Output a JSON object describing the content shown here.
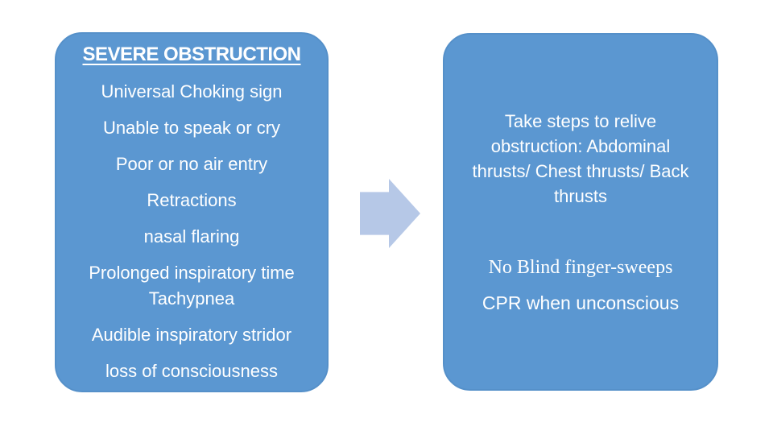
{
  "colors": {
    "background": "#ffffff",
    "box_fill": "#5b97d1",
    "box_border": "#5590c9",
    "arrow_fill": "#b6c8e7",
    "text": "#ffffff"
  },
  "left_box": {
    "title": "SEVERE OBSTRUCTION",
    "items": [
      "Universal Choking sign",
      "Unable to speak or cry",
      "Poor or no air entry",
      "Retractions",
      "nasal flaring",
      "Prolonged inspiratory time Tachypnea",
      "Audible inspiratory stridor",
      "loss of consciousness"
    ]
  },
  "right_box": {
    "steps_text": "Take steps to relive obstruction: Abdominal thrusts/ Chest thrusts/ Back thrusts",
    "note_serif": "No Blind finger-sweeps",
    "note_sans": "CPR when unconscious"
  }
}
